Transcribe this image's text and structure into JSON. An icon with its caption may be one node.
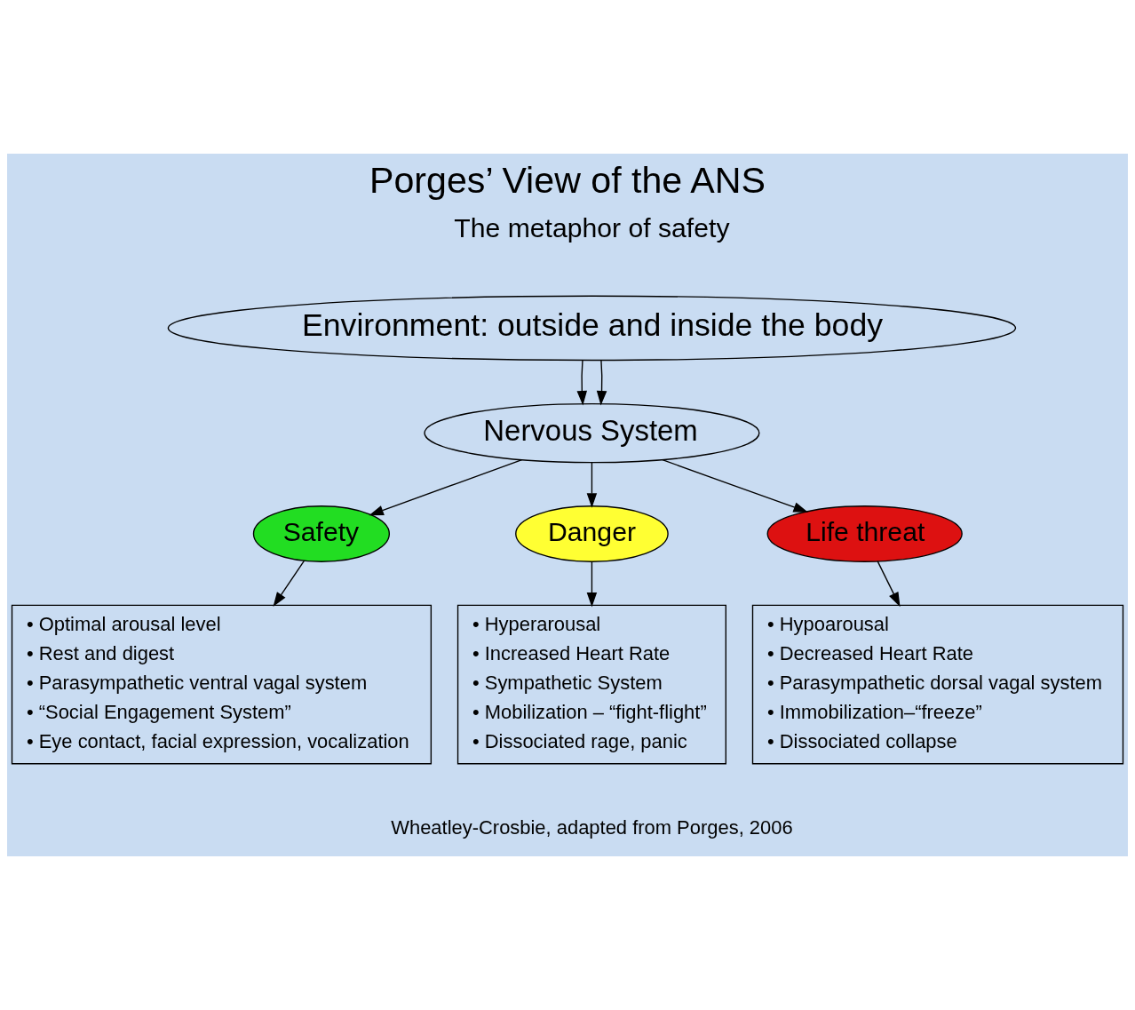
{
  "diagram": {
    "title": "Porges’ View of the ANS",
    "caption": "Wheatley-Crosbie, adapted from Porges, 2006",
    "nodes": [
      {
        "text": [
          "Environment: outside and inside the body"
        ]
      },
      {
        "text": [
          "Nervous System"
        ]
      },
      {
        "text": [
          "Safety"
        ]
      },
      {
        "text": [
          "Danger"
        ]
      },
      {
        "text": [
          "Life threat"
        ]
      },
      {
        "text": [
          "• Optimal arousal level",
          "• Rest and digest",
          "• Parasympathetic ventral vagal system",
          "• “Social Engagement System”",
          "• Eye contact, facial expression, vocalization"
        ]
      },
      {
        "text": [
          "• Hyperarousal",
          "• Increased Heart Rate",
          "• Sympathetic System",
          "• Mobilization – “fight-flight”",
          "• Dissociated rage, panic"
        ]
      },
      {
        "text": [
          "• Hypoarousal",
          "• Decreased Heart Rate",
          "• Parasympathetic dorsal vagal system",
          "• Immobilization–“freeze”",
          "• Dissociated collapse"
        ]
      }
    ],
    "edges": [
      {
        "from": 0,
        "to": 1,
        "arrow": "to"
      },
      {
        "from": 0,
        "to": 1,
        "arrow": "to"
      },
      {
        "from": 1,
        "to": 2,
        "arrow": "to"
      },
      {
        "from": 1,
        "to": 3,
        "arrow": "to"
      },
      {
        "from": 1,
        "to": 4,
        "arrow": "to"
      },
      {
        "from": 2,
        "to": 5,
        "arrow": "to"
      },
      {
        "from": 3,
        "to": 6,
        "arrow": "to"
      },
      {
        "from": 4,
        "to": 7,
        "arrow": "to"
      }
    ],
    "labels": [
      "The metaphor of safety"
    ]
  }
}
